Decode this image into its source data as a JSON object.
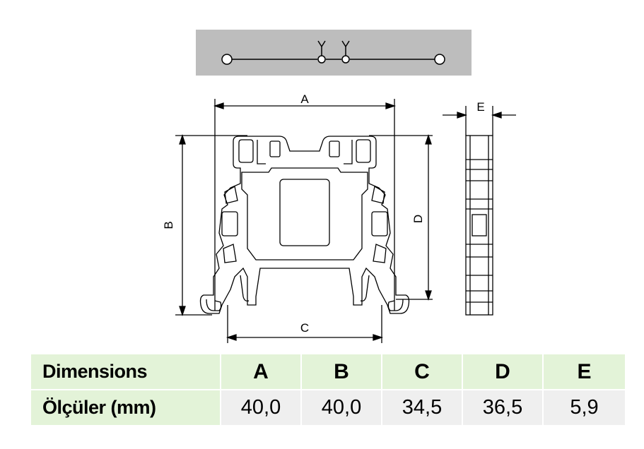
{
  "schematic": {
    "background": "#bdbdbd"
  },
  "drawing": {
    "label_a": "A",
    "label_b": "B",
    "label_c": "C",
    "label_d": "D",
    "label_e": "E"
  },
  "table": {
    "row1_label": "Dimensions",
    "row2_label": "Ölçüler (mm)",
    "headers": [
      "A",
      "B",
      "C",
      "D",
      "E"
    ],
    "values": [
      "40,0",
      "40,0",
      "34,5",
      "36,5",
      "5,9"
    ],
    "header_bg": "#e3f3d8",
    "value_bg": "#efefef"
  }
}
